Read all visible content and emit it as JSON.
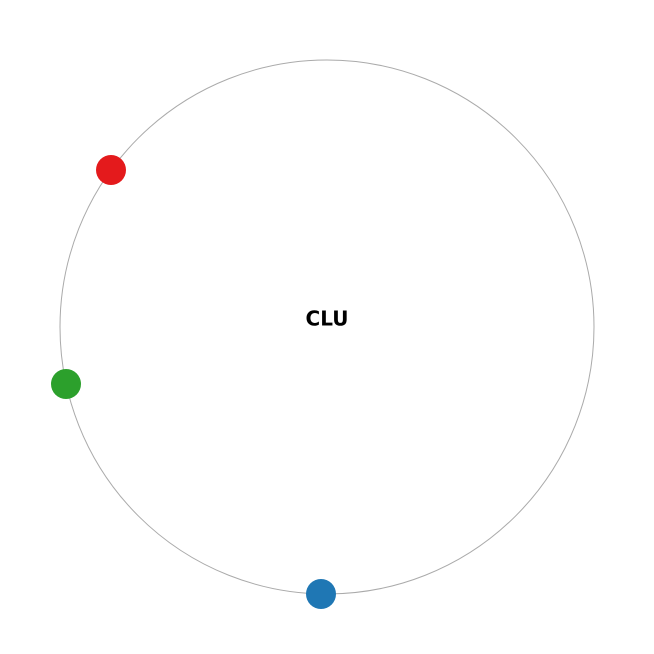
{
  "diagram": {
    "center_label": "CLU",
    "ring_color": "#aaaaaa",
    "nodes": [
      {
        "name": "node-red",
        "color": "#e41a1c"
      },
      {
        "name": "node-green",
        "color": "#2ca02c"
      },
      {
        "name": "node-blue",
        "color": "#1f77b4"
      }
    ]
  }
}
